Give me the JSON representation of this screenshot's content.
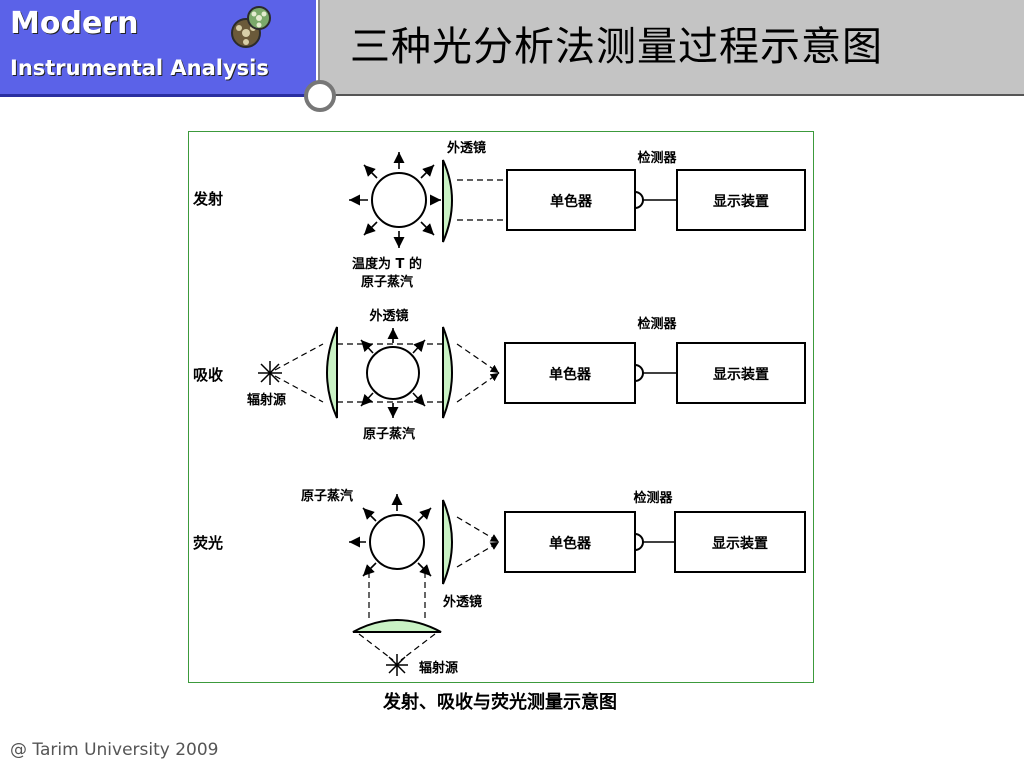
{
  "header": {
    "brand_title": "Modern",
    "brand_subtitle": "Instrumental Analysis",
    "slide_title": "三种光分析法测量过程示意图"
  },
  "diagram": {
    "rows": {
      "emission": {
        "label": "发射",
        "lens": "外透镜",
        "detector": "检测器",
        "monochromator": "单色器",
        "display": "显示装置",
        "vapor_line1": "温度为 T 的",
        "vapor_line2": "原子蒸汽"
      },
      "absorption": {
        "label": "吸收",
        "lens": "外透镜",
        "detector": "检测器",
        "monochromator": "单色器",
        "display": "显示装置",
        "source": "辐射源",
        "vapor": "原子蒸汽"
      },
      "fluorescence": {
        "label": "荧光",
        "vapor": "原子蒸汽",
        "detector": "检测器",
        "monochromator": "单色器",
        "display": "显示装置",
        "lens": "外透镜",
        "source": "辐射源"
      }
    },
    "caption": "发射、吸收与荧光测量示意图",
    "colors": {
      "lens_fill": "#c9f2c4",
      "frame_border": "#3c9a3c"
    }
  },
  "footer": {
    "text": "@ Tarim University 2009"
  }
}
